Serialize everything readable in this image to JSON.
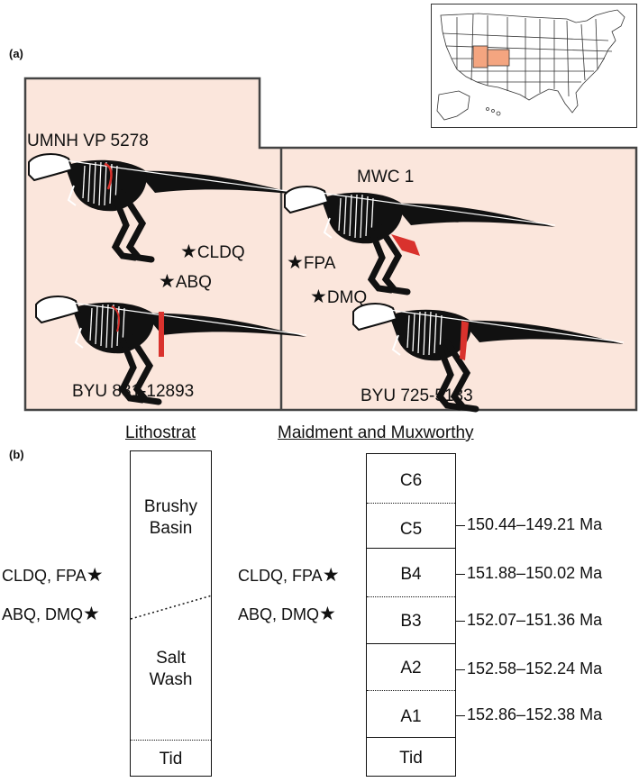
{
  "panel_a": {
    "label": "(a)",
    "specimens": [
      "UMNH VP 5278",
      "MWC 1",
      "BYU 881-12893",
      "BYU 725-5133"
    ],
    "sites": [
      "CLDQ",
      "ABQ",
      "FPA",
      "DMQ"
    ],
    "highlight_color": "#d9322d",
    "region_color": "#fbe6dc",
    "map_highlight_color": "#f4a580"
  },
  "panel_b": {
    "label": "(b)",
    "lithostrat": {
      "title": "Lithostrat",
      "units": [
        "Brushy\nBasin",
        "Salt\nWash",
        "Tid"
      ],
      "markers": [
        "CLDQ, FPA",
        "ABQ, DMQ"
      ]
    },
    "maidment": {
      "title": "Maidment and Muxworthy",
      "units": [
        "C6",
        "C5",
        "B4",
        "B3",
        "A2",
        "A1",
        "Tid"
      ],
      "markers": [
        "CLDQ, FPA",
        "ABQ, DMQ"
      ],
      "ages": [
        "150.44–149.21 Ma",
        "151.88–150.02 Ma",
        "152.07–151.36 Ma",
        "152.58–152.24 Ma",
        "152.86–152.38 Ma"
      ]
    }
  }
}
